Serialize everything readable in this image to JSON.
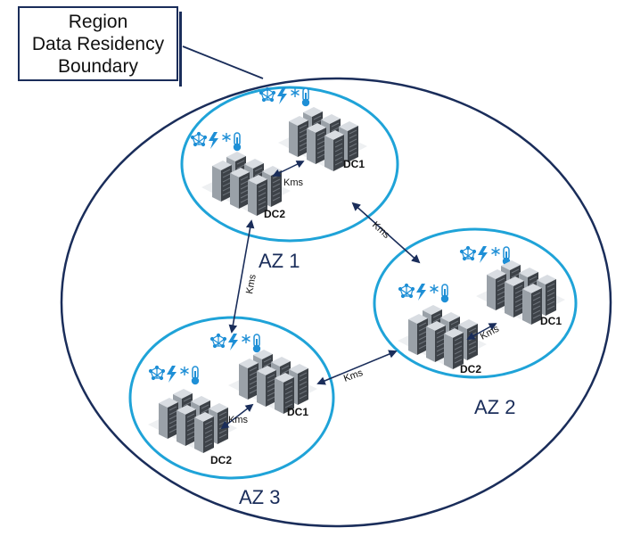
{
  "region": {
    "title": "Region",
    "line2": "Data Residency",
    "line3": "Boundary"
  },
  "colors": {
    "region_border": "#1a2d5a",
    "az_border": "#1fa3d8",
    "arrow": "#1a2d5a",
    "icon_blue": "#1e8fd6"
  },
  "zones": [
    {
      "id": "az1",
      "label": "AZ 1",
      "dc_a": "DC1",
      "dc_b": "DC2"
    },
    {
      "id": "az2",
      "label": "AZ 2",
      "dc_a": "DC1",
      "dc_b": "DC2"
    },
    {
      "id": "az3",
      "label": "AZ 3",
      "dc_a": "DC1",
      "dc_b": "DC2"
    }
  ],
  "links": {
    "intra_label": "Kms",
    "inter_label": "Kms"
  },
  "icons": [
    "network-mesh-icon",
    "power-bolt-icon",
    "cooling-snowflake-icon",
    "thermometer-icon",
    "server-rack-icon"
  ]
}
